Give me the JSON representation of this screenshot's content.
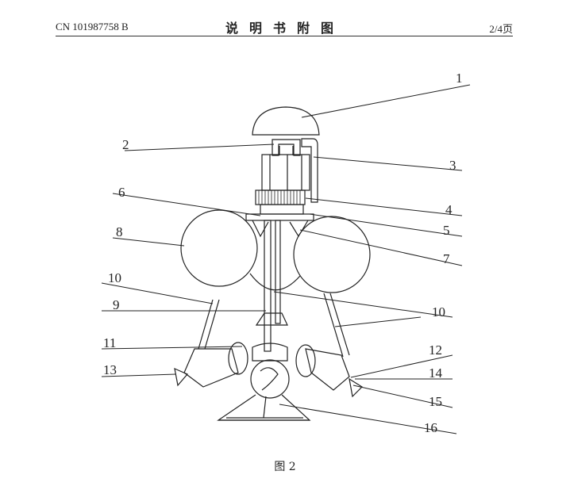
{
  "header": {
    "patent_number": "CN 101987758 B",
    "title": "说明书附图",
    "page": "2/4页"
  },
  "figure": {
    "caption": "图 2",
    "callouts": [
      "1",
      "2",
      "3",
      "4",
      "5",
      "6",
      "7",
      "8",
      "9",
      "10",
      "10",
      "11",
      "12",
      "13",
      "14",
      "15",
      "16"
    ]
  }
}
